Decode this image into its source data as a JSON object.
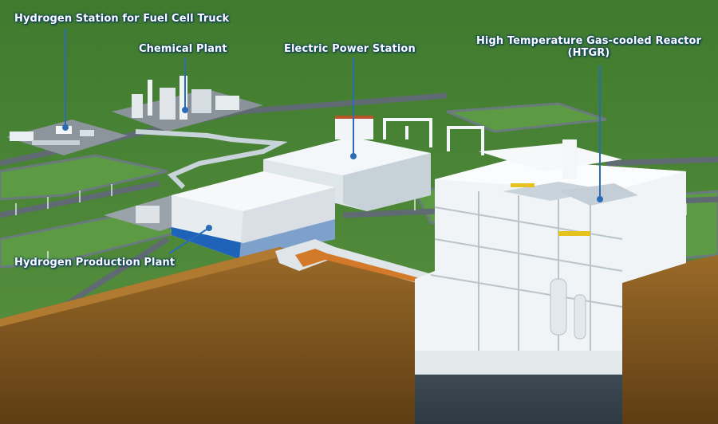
{
  "labels": {
    "hydrogen_station": "Hydrogen Station for Fuel Cell Truck",
    "chemical_plant": "Chemical Plant",
    "electric_power_station": "Electric Power Station",
    "htgr_line1": "High Temperature Gas-cooled Reactor",
    "htgr_line2": "(HTGR)",
    "hydrogen_production_plant": "Hydrogen Production Plant"
  },
  "colors": {
    "grass": "#4f8a3a",
    "road": "#5b6670",
    "building": "#eef2f5",
    "accent_blue": "#1e63b8",
    "callout_line": "#2a6db5",
    "soil": "#8a5a1f"
  }
}
